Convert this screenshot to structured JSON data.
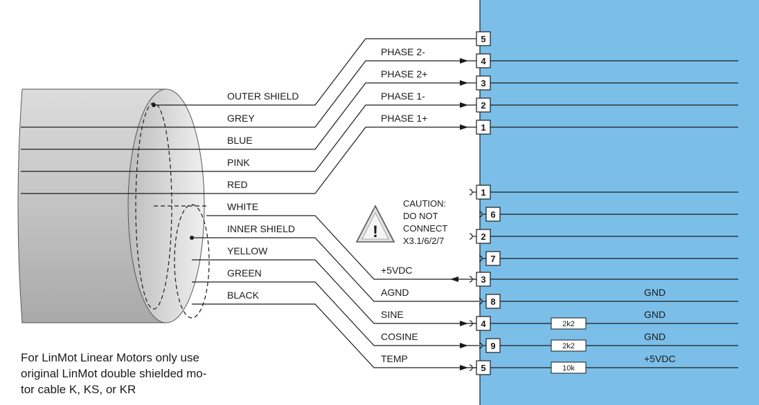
{
  "motor_wires": [
    "OUTER SHIELD",
    "GREY",
    "BLUE",
    "PINK",
    "RED"
  ],
  "encoder_wires": [
    "WHITE",
    "INNER SHIELD",
    "YELLOW",
    "GREEN",
    "BLACK"
  ],
  "phase_signals": [
    {
      "label": "PHASE 2-",
      "pin": "4"
    },
    {
      "label": "PHASE 2+",
      "pin": "3"
    },
    {
      "label": "PHASE 1-",
      "pin": "2"
    },
    {
      "label": "PHASE 1+",
      "pin": "1"
    }
  ],
  "motor_top_pin": "5",
  "encoder_pins": [
    "1",
    "6",
    "2",
    "7",
    "3",
    "8",
    "4",
    "9",
    "5"
  ],
  "encoder_signals": [
    {
      "label": "+5VDC",
      "row": 4
    },
    {
      "label": "AGND",
      "row": 5
    },
    {
      "label": "SINE",
      "row": 6
    },
    {
      "label": "COSINE",
      "row": 7
    },
    {
      "label": "TEMP",
      "row": 8
    }
  ],
  "resistors": [
    {
      "value": "2k2",
      "net": "GND"
    },
    {
      "value": "2k2",
      "net": "GND"
    },
    {
      "value": "10k",
      "net": "+5VDC"
    }
  ],
  "agnd_net": "GND",
  "caution": [
    "CAUTION:",
    "DO NOT",
    "CONNECT",
    "X3.1/6/2/7"
  ],
  "note_lines": [
    "For LinMot Linear Motors only use",
    "original LinMot double shielded mo-",
    "tor cable K, KS, or KR"
  ],
  "colors": {
    "panel": "#7bbfe9",
    "line": "#1a1a1a",
    "cable": "#c6c6c6"
  }
}
